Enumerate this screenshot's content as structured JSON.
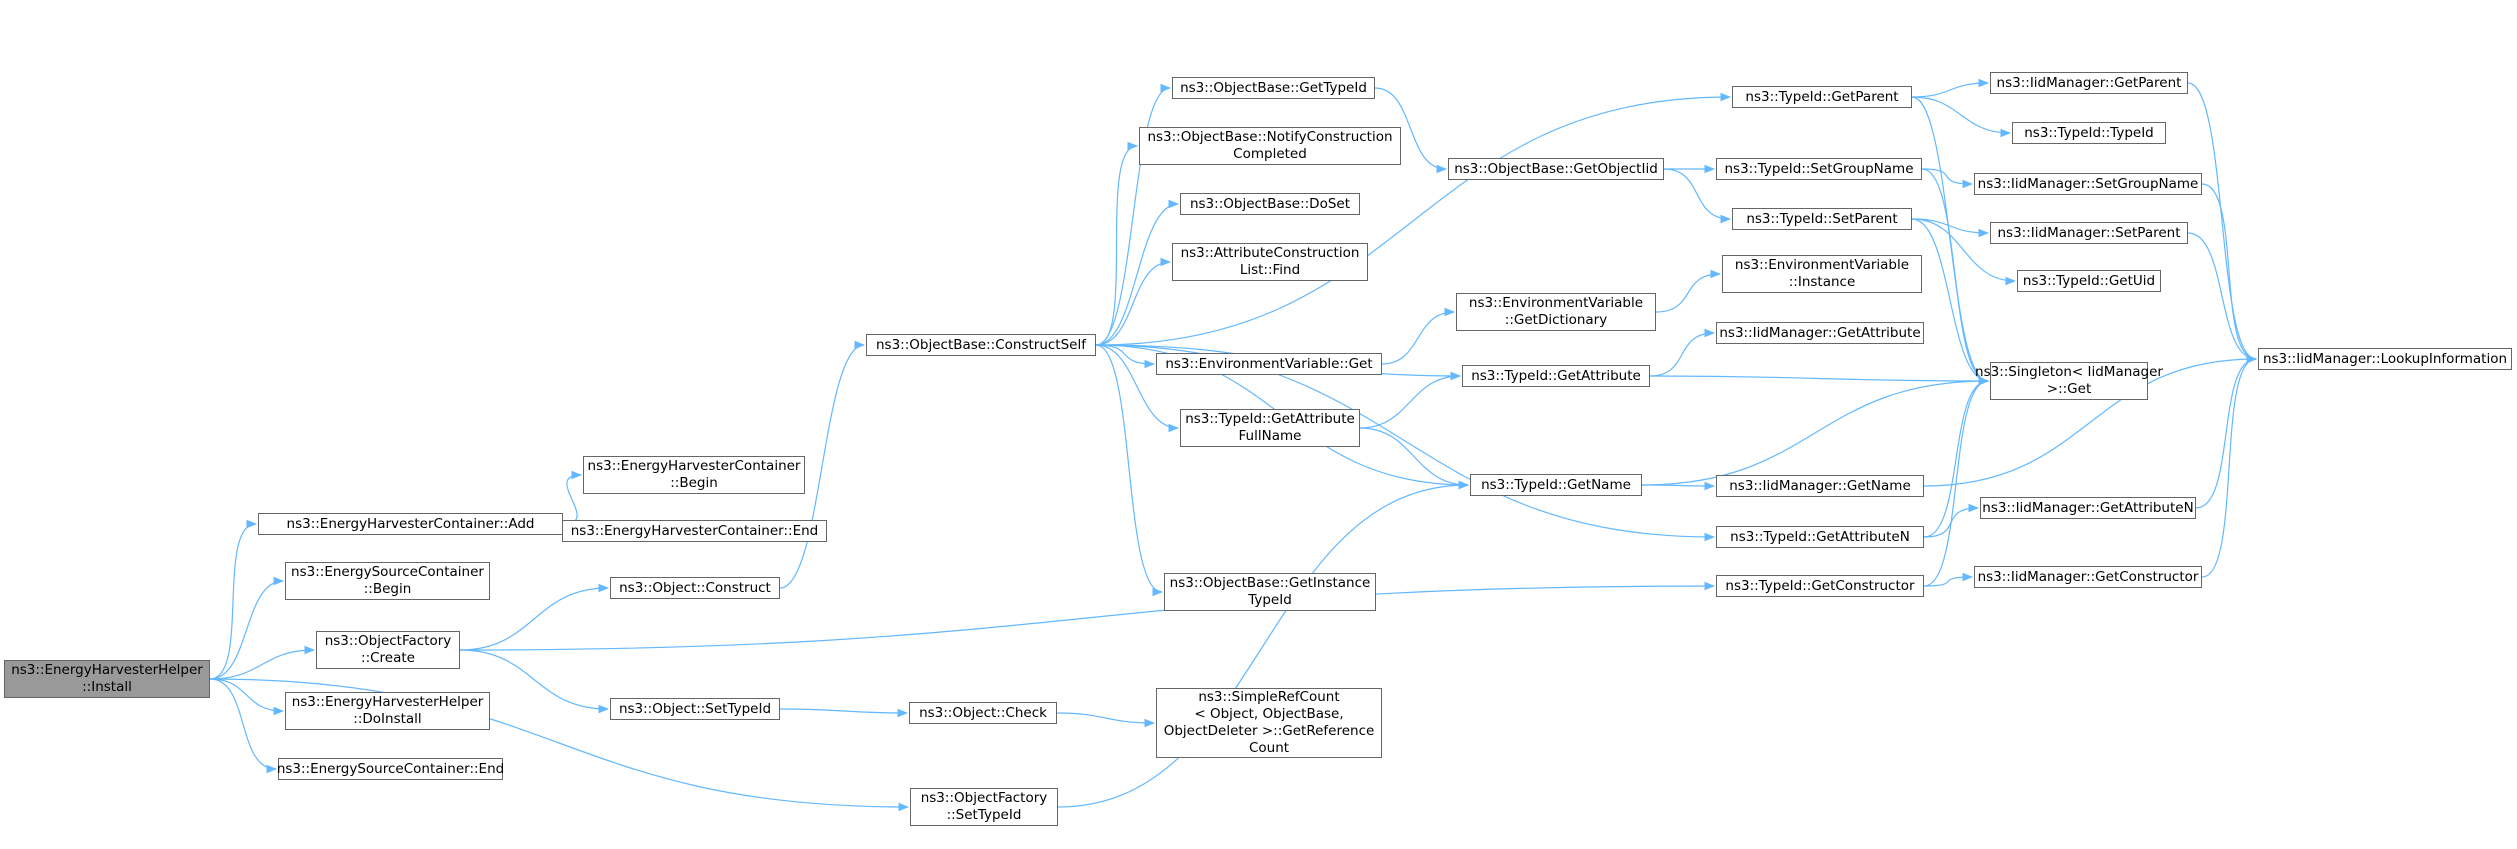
{
  "graph": {
    "edge_color": "#63b8ff",
    "root_fill": "#999999",
    "node_border": "#666666",
    "nodes": [
      {
        "id": "root",
        "lines": [
          "ns3::EnergyHarvesterHelper",
          "::Install"
        ]
      },
      {
        "id": "ehc_add",
        "lines": [
          "ns3::EnergyHarvesterContainer::Add"
        ]
      },
      {
        "id": "esc_begin",
        "lines": [
          "ns3::EnergySourceContainer",
          "::Begin"
        ]
      },
      {
        "id": "of_create",
        "lines": [
          "ns3::ObjectFactory",
          "::Create"
        ]
      },
      {
        "id": "ehh_doinstall",
        "lines": [
          "ns3::EnergyHarvesterHelper",
          "::DoInstall"
        ]
      },
      {
        "id": "esc_end",
        "lines": [
          "ns3::EnergySourceContainer::End"
        ]
      },
      {
        "id": "of_settypeid",
        "lines": [
          "ns3::ObjectFactory",
          "::SetTypeId"
        ]
      },
      {
        "id": "ehc_begin",
        "lines": [
          "ns3::EnergyHarvesterContainer",
          "::Begin"
        ]
      },
      {
        "id": "ehc_end",
        "lines": [
          "ns3::EnergyHarvesterContainer::End"
        ]
      },
      {
        "id": "obj_construct",
        "lines": [
          "ns3::Object::Construct"
        ]
      },
      {
        "id": "obj_settypeid",
        "lines": [
          "ns3::Object::SetTypeId"
        ]
      },
      {
        "id": "ob_constructself",
        "lines": [
          "ns3::ObjectBase::ConstructSelf"
        ]
      },
      {
        "id": "obj_check",
        "lines": [
          "ns3::Object::Check"
        ]
      },
      {
        "id": "ob_gettypeid",
        "lines": [
          "ns3::ObjectBase::GetTypeId"
        ]
      },
      {
        "id": "ob_notify",
        "lines": [
          "ns3::ObjectBase::NotifyConstruction",
          "Completed"
        ]
      },
      {
        "id": "ob_doset",
        "lines": [
          "ns3::ObjectBase::DoSet"
        ]
      },
      {
        "id": "acl_find",
        "lines": [
          "ns3::AttributeConstruction",
          "List::Find"
        ]
      },
      {
        "id": "ev_get",
        "lines": [
          "ns3::EnvironmentVariable::Get"
        ]
      },
      {
        "id": "tid_getattrfullname",
        "lines": [
          "ns3::TypeId::GetAttribute",
          "FullName"
        ]
      },
      {
        "id": "ob_getinstancetypeid",
        "lines": [
          "ns3::ObjectBase::GetInstance",
          "TypeId"
        ]
      },
      {
        "id": "src_getrefcount",
        "lines": [
          "ns3::SimpleRefCount",
          "< Object, ObjectBase,",
          "ObjectDeleter >::GetReference",
          "Count"
        ]
      },
      {
        "id": "ob_getobjectiid",
        "lines": [
          "ns3::ObjectBase::GetObjectIid"
        ]
      },
      {
        "id": "ev_getdictionary",
        "lines": [
          "ns3::EnvironmentVariable",
          "::GetDictionary"
        ]
      },
      {
        "id": "tid_getattribute",
        "lines": [
          "ns3::TypeId::GetAttribute"
        ]
      },
      {
        "id": "tid_getname",
        "lines": [
          "ns3::TypeId::GetName"
        ]
      },
      {
        "id": "tid_getparent",
        "lines": [
          "ns3::TypeId::GetParent"
        ]
      },
      {
        "id": "tid_setgroupname",
        "lines": [
          "ns3::TypeId::SetGroupName"
        ]
      },
      {
        "id": "tid_setparent",
        "lines": [
          "ns3::TypeId::SetParent"
        ]
      },
      {
        "id": "ev_instance",
        "lines": [
          "ns3::EnvironmentVariable",
          "::Instance"
        ]
      },
      {
        "id": "iid_getattribute",
        "lines": [
          "ns3::IidManager::GetAttribute"
        ]
      },
      {
        "id": "iid_getname",
        "lines": [
          "ns3::IidManager::GetName"
        ]
      },
      {
        "id": "tid_getattributen",
        "lines": [
          "ns3::TypeId::GetAttributeN"
        ]
      },
      {
        "id": "tid_getconstructor",
        "lines": [
          "ns3::TypeId::GetConstructor"
        ]
      },
      {
        "id": "singleton_get",
        "lines": [
          "ns3::Singleton< IidManager",
          ">::Get"
        ]
      },
      {
        "id": "iid_getparent",
        "lines": [
          "ns3::IidManager::GetParent"
        ]
      },
      {
        "id": "tid_typeid",
        "lines": [
          "ns3::TypeId::TypeId"
        ]
      },
      {
        "id": "iid_setgroupname",
        "lines": [
          "ns3::IidManager::SetGroupName"
        ]
      },
      {
        "id": "iid_setparent",
        "lines": [
          "ns3::IidManager::SetParent"
        ]
      },
      {
        "id": "tid_getuid",
        "lines": [
          "ns3::TypeId::GetUid"
        ]
      },
      {
        "id": "iid_getattributen",
        "lines": [
          "ns3::IidManager::GetAttributeN"
        ]
      },
      {
        "id": "iid_getconstructor",
        "lines": [
          "ns3::IidManager::GetConstructor"
        ]
      },
      {
        "id": "iid_lookup",
        "lines": [
          "ns3::IidManager::LookupInformation"
        ]
      }
    ],
    "edges": [
      [
        "root",
        "ehc_add"
      ],
      [
        "root",
        "esc_begin"
      ],
      [
        "root",
        "of_create"
      ],
      [
        "root",
        "ehh_doinstall"
      ],
      [
        "root",
        "esc_end"
      ],
      [
        "root",
        "of_settypeid"
      ],
      [
        "ehc_add",
        "ehc_begin"
      ],
      [
        "ehc_add",
        "ehc_end"
      ],
      [
        "of_create",
        "obj_construct"
      ],
      [
        "of_create",
        "obj_settypeid"
      ],
      [
        "of_create",
        "tid_getconstructor"
      ],
      [
        "obj_construct",
        "ob_constructself"
      ],
      [
        "obj_settypeid",
        "obj_check"
      ],
      [
        "obj_check",
        "src_getrefcount"
      ],
      [
        "of_settypeid",
        "tid_getname"
      ],
      [
        "ob_constructself",
        "ob_gettypeid"
      ],
      [
        "ob_constructself",
        "ob_notify"
      ],
      [
        "ob_constructself",
        "ob_doset"
      ],
      [
        "ob_constructself",
        "acl_find"
      ],
      [
        "ob_constructself",
        "ev_get"
      ],
      [
        "ob_constructself",
        "tid_getattrfullname"
      ],
      [
        "ob_constructself",
        "ob_getinstancetypeid"
      ],
      [
        "ob_constructself",
        "tid_getparent"
      ],
      [
        "ob_constructself",
        "tid_getattribute"
      ],
      [
        "ob_constructself",
        "tid_getname"
      ],
      [
        "ob_constructself",
        "tid_getattributen"
      ],
      [
        "ob_gettypeid",
        "ob_getobjectiid"
      ],
      [
        "ob_getobjectiid",
        "tid_setgroupname"
      ],
      [
        "ob_getobjectiid",
        "tid_setparent"
      ],
      [
        "ev_get",
        "ev_getdictionary"
      ],
      [
        "ev_getdictionary",
        "ev_instance"
      ],
      [
        "tid_getattrfullname",
        "tid_getattribute"
      ],
      [
        "tid_getattrfullname",
        "tid_getname"
      ],
      [
        "tid_getattribute",
        "iid_getattribute"
      ],
      [
        "tid_getattribute",
        "singleton_get"
      ],
      [
        "tid_getname",
        "iid_getname"
      ],
      [
        "tid_getname",
        "singleton_get"
      ],
      [
        "tid_getparent",
        "iid_getparent"
      ],
      [
        "tid_getparent",
        "tid_typeid"
      ],
      [
        "tid_getparent",
        "singleton_get"
      ],
      [
        "tid_setgroupname",
        "iid_setgroupname"
      ],
      [
        "tid_setgroupname",
        "singleton_get"
      ],
      [
        "tid_setparent",
        "iid_setparent"
      ],
      [
        "tid_setparent",
        "tid_getuid"
      ],
      [
        "tid_setparent",
        "singleton_get"
      ],
      [
        "tid_getattributen",
        "iid_getattributen"
      ],
      [
        "tid_getattributen",
        "singleton_get"
      ],
      [
        "tid_getconstructor",
        "iid_getconstructor"
      ],
      [
        "tid_getconstructor",
        "singleton_get"
      ],
      [
        "iid_getparent",
        "iid_lookup"
      ],
      [
        "iid_setgroupname",
        "iid_lookup"
      ],
      [
        "iid_setparent",
        "iid_lookup"
      ],
      [
        "iid_getname",
        "iid_lookup"
      ],
      [
        "iid_getattributen",
        "iid_lookup"
      ],
      [
        "iid_getconstructor",
        "iid_lookup"
      ]
    ]
  }
}
